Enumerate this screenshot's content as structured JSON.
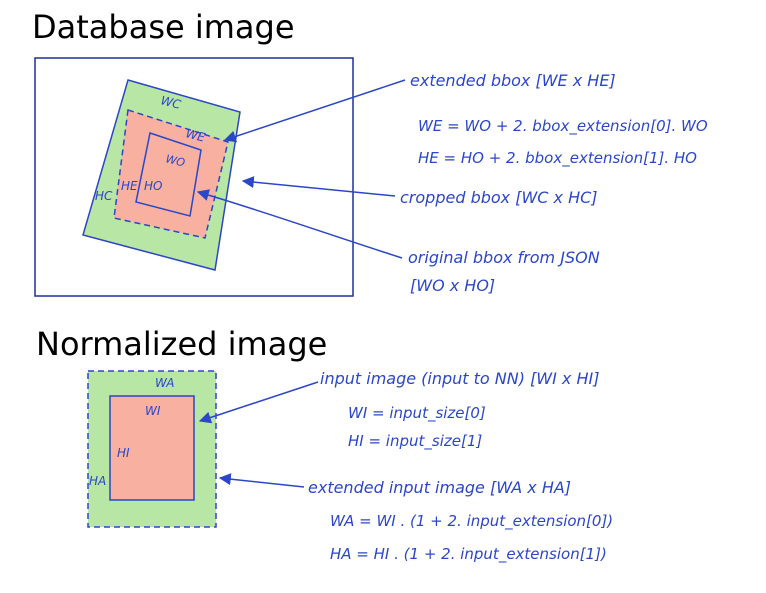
{
  "headings": {
    "database": "Database image",
    "normalized": "Normalized image"
  },
  "colors": {
    "ink": "#2b46c8",
    "frame": "#1f2f9a",
    "green": "#b8e6a4",
    "salmon": "#f8b0a0"
  },
  "database_labels": {
    "wc": "WC",
    "we": "WE",
    "wo": "WO",
    "ho": "HO",
    "he": "HE",
    "hc": "HC"
  },
  "database_notes": {
    "extended_title": "extended bbox [WE x HE]",
    "extended_w": "WE = WO + 2. bbox_extension[0]. WO",
    "extended_h": "HE = HO + 2. bbox_extension[1]. HO",
    "cropped": "cropped bbox [WC x HC]",
    "original_line1": "original bbox from JSON",
    "original_line2": "[WO x HO]"
  },
  "normalized_labels": {
    "wa": "WA",
    "wi": "WI",
    "hi": "HI",
    "ha": "HA"
  },
  "normalized_notes": {
    "input_title": "input image (input to NN) [WI x HI]",
    "input_w": "WI = input_size[0]",
    "input_h": "HI = input_size[1]",
    "extended_title": "extended input image [WA x HA]",
    "extended_w": "WA = WI . (1 + 2. input_extension[0])",
    "extended_h": "HA = HI . (1 + 2. input_extension[1])"
  }
}
